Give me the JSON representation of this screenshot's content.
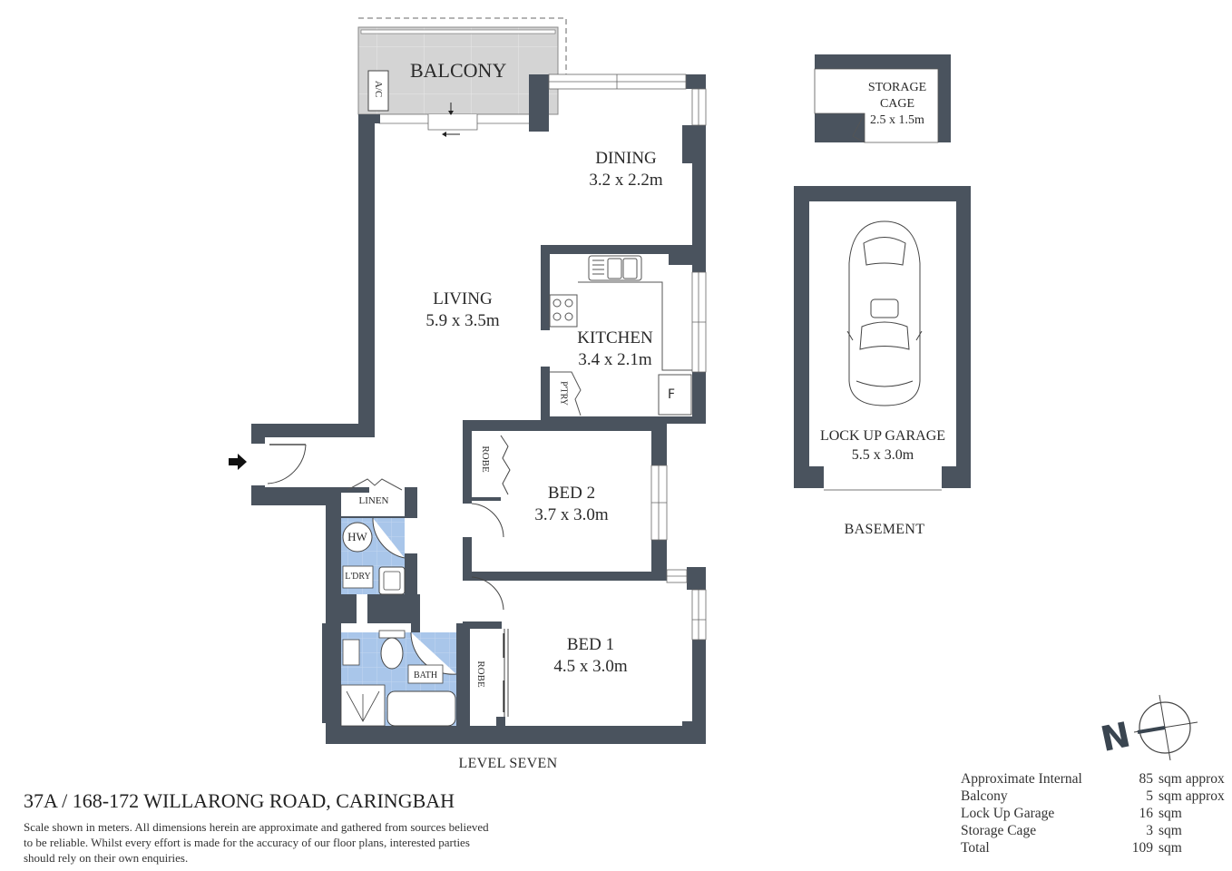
{
  "plan": {
    "colors": {
      "wall": "#4a535e",
      "wet_area": "#a9c6ea",
      "balcony": "#d4d4d4",
      "background": "#ffffff",
      "text": "#2a2a2a"
    },
    "rooms": [
      {
        "id": "balcony",
        "name": "BALCONY",
        "dims": ""
      },
      {
        "id": "dining",
        "name": "DINING",
        "dims": "3.2 x 2.2m"
      },
      {
        "id": "living",
        "name": "LIVING",
        "dims": "5.9 x 3.5m"
      },
      {
        "id": "kitchen",
        "name": "KITCHEN",
        "dims": "3.4 x 2.1m"
      },
      {
        "id": "bed2",
        "name": "BED 2",
        "dims": "3.7 x 3.0m"
      },
      {
        "id": "bed1",
        "name": "BED 1",
        "dims": "4.5 x 3.0m"
      },
      {
        "id": "storage",
        "name_line1": "STORAGE",
        "name_line2": "CAGE",
        "dims": "2.5 x 1.5m"
      },
      {
        "id": "garage",
        "name": "LOCK UP GARAGE",
        "dims": "5.5 x 3.0m"
      }
    ],
    "fixtures": {
      "ac": "A/C",
      "pantry": "P'TRY",
      "fridge": "F",
      "robe_bed2": "ROBE",
      "robe_bed1": "ROBE",
      "linen": "LINEN",
      "hot_water": "HW",
      "laundry": "L'DRY",
      "bath": "BATH"
    },
    "level_labels": {
      "main": "LEVEL SEVEN",
      "basement": "BASEMENT"
    },
    "compass": {
      "label": "N"
    }
  },
  "footer": {
    "address": "37A / 168-172 WILLARONG ROAD, CARINGBAH",
    "disclaimer": "Scale shown in meters. All dimensions herein are approximate  and gathered from sources believed to be reliable. Whilst every effort is made for the accuracy of our floor plans, interested parties should rely on their own enquiries."
  },
  "areas": [
    {
      "name": "Approximate Internal",
      "value": "85",
      "unit": "sqm approx"
    },
    {
      "name": "Balcony",
      "value": "5",
      "unit": "sqm approx"
    },
    {
      "name": "Lock Up Garage",
      "value": "16",
      "unit": "sqm"
    },
    {
      "name": "Storage Cage",
      "value": "3",
      "unit": "sqm"
    },
    {
      "name": "Total",
      "value": "109",
      "unit": "sqm"
    }
  ]
}
